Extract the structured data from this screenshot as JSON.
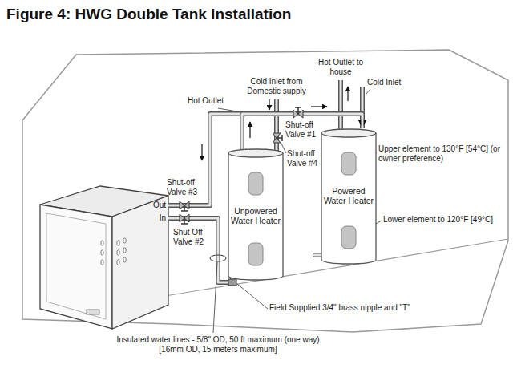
{
  "diagram": {
    "title": "Figure 4: HWG Double Tank Installation",
    "nodes": [
      {
        "text": [
          "Unpowered Water Heater"
        ]
      },
      {
        "text": [
          "Powered Water Heater"
        ]
      }
    ],
    "edges": [
      {
        "from": 0,
        "to": 1,
        "arrow": "to"
      }
    ],
    "labels": [
      "Hot Outlet to house",
      "Cold Inlet from Domestic supply",
      "Cold Inlet",
      "Hot Outlet",
      "Shut-off Valve #1",
      "Upper element to 130°F [54°C] (or owner preference)",
      "Shut-off Valve #4",
      "Shut-off Valve #3",
      "Out",
      "In",
      "Shut Off Valve #2",
      "Lower element to 120°F [49°C]",
      "Field Supplied 3/4\" brass nipple and \"T\"",
      "Insulated water lines - 5/8\" OD, 50 ft maximum (one way) [16mm OD, 15 meters maximum]"
    ]
  }
}
